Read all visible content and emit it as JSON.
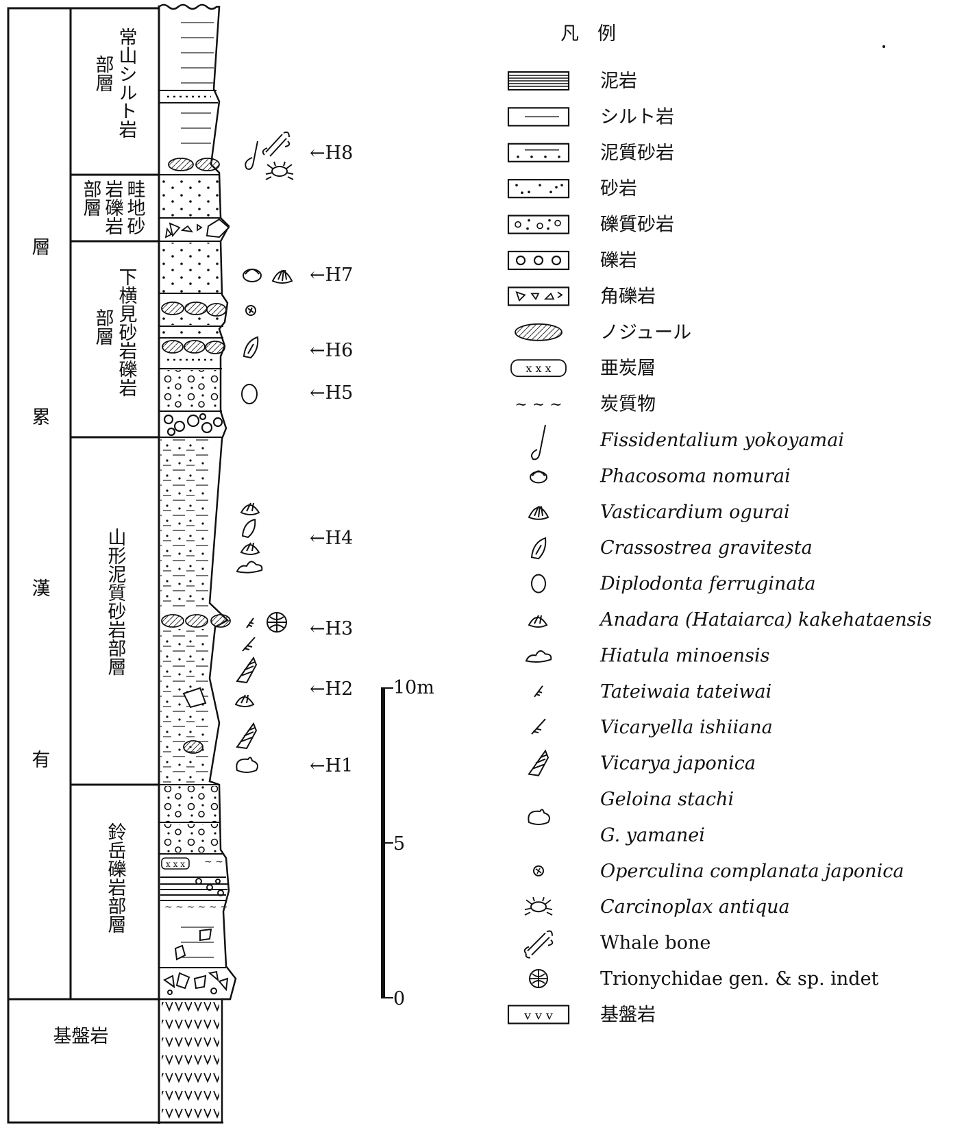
{
  "formation": {
    "name_chars": [
      "有",
      "漢",
      "累",
      "層"
    ],
    "basement_label": "基盤岩"
  },
  "members": [
    {
      "id": "tokoyama",
      "lines": [
        "常山シルト岩",
        "部層"
      ]
    },
    {
      "id": "aji",
      "lines": [
        "畦地砂",
        "岩礫岩",
        "部層"
      ]
    },
    {
      "id": "shimoyokomi",
      "lines": [
        "下横見砂岩礫岩",
        "部層"
      ]
    },
    {
      "id": "yamagata",
      "lines": [
        "山形泥質砂岩部層"
      ]
    },
    {
      "id": "suzugatake",
      "lines": [
        "鈴岳礫岩部層"
      ]
    }
  ],
  "horizons": [
    "←H8",
    "←H7",
    "←H6",
    "←H5",
    "←H4",
    "←H3",
    "←H2",
    "←H1"
  ],
  "scale": {
    "top": "10m",
    "mid": "5",
    "bottom": "0"
  },
  "legend": {
    "title": "凡　例",
    "items": [
      {
        "symbol": "mudstone-swatch",
        "label": "泥岩",
        "italic": false
      },
      {
        "symbol": "siltstone-swatch",
        "label": "シルト岩",
        "italic": false
      },
      {
        "symbol": "muddy-sandstone-swatch",
        "label": "泥質砂岩",
        "italic": false
      },
      {
        "symbol": "sandstone-swatch",
        "label": "砂岩",
        "italic": false
      },
      {
        "symbol": "pebbly-sandstone-swatch",
        "label": "礫質砂岩",
        "italic": false
      },
      {
        "symbol": "conglomerate-swatch",
        "label": "礫岩",
        "italic": false
      },
      {
        "symbol": "breccia-swatch",
        "label": "角礫岩",
        "italic": false
      },
      {
        "symbol": "nodule-icon",
        "label": "ノジュール",
        "italic": false
      },
      {
        "symbol": "lignite-swatch",
        "label": "亜炭層",
        "italic": false
      },
      {
        "symbol": "carbonaceous-icon",
        "label": "炭質物",
        "italic": false
      },
      {
        "symbol": "tusk-shell-icon",
        "label": "Fissidentalium yokoyamai",
        "italic": true
      },
      {
        "symbol": "phacosoma-icon",
        "label": "Phacosoma nomurai",
        "italic": true
      },
      {
        "symbol": "cockle-icon",
        "label": "Vasticardium ogurai",
        "italic": true
      },
      {
        "symbol": "oyster-icon",
        "label": "Crassostrea gravitesta",
        "italic": true
      },
      {
        "symbol": "round-clam-icon",
        "label": "Diplodonta ferruginata",
        "italic": true
      },
      {
        "symbol": "ark-shell-icon",
        "label": "Anadara (Hataiarca) kakehataensis",
        "italic": true
      },
      {
        "symbol": "hiatula-icon",
        "label": "Hiatula minoensis",
        "italic": true
      },
      {
        "symbol": "small-snail-icon",
        "label": "Tateiwaia tateiwai",
        "italic": true
      },
      {
        "symbol": "slender-snail-icon",
        "label": "Vicaryella ishiiana",
        "italic": true
      },
      {
        "symbol": "vicarya-icon",
        "label": "Vicarya japonica",
        "italic": true
      },
      {
        "symbol": "geloina-icon",
        "label": "Geloina stachi",
        "italic": true
      },
      {
        "symbol": "",
        "label": "G. yamanei",
        "italic": true
      },
      {
        "symbol": "foraminifer-icon",
        "label": "Operculina complanata japonica",
        "italic": true
      },
      {
        "symbol": "crab-icon",
        "label": "Carcinoplax antiqua",
        "italic": true
      },
      {
        "symbol": "bone-icon",
        "label": "Whale bone",
        "italic": false
      },
      {
        "symbol": "turtle-shell-icon",
        "label": "Trionychidae gen. & sp. indet",
        "italic": false
      },
      {
        "symbol": "basement-swatch",
        "label": "基盤岩",
        "italic": false
      }
    ]
  }
}
